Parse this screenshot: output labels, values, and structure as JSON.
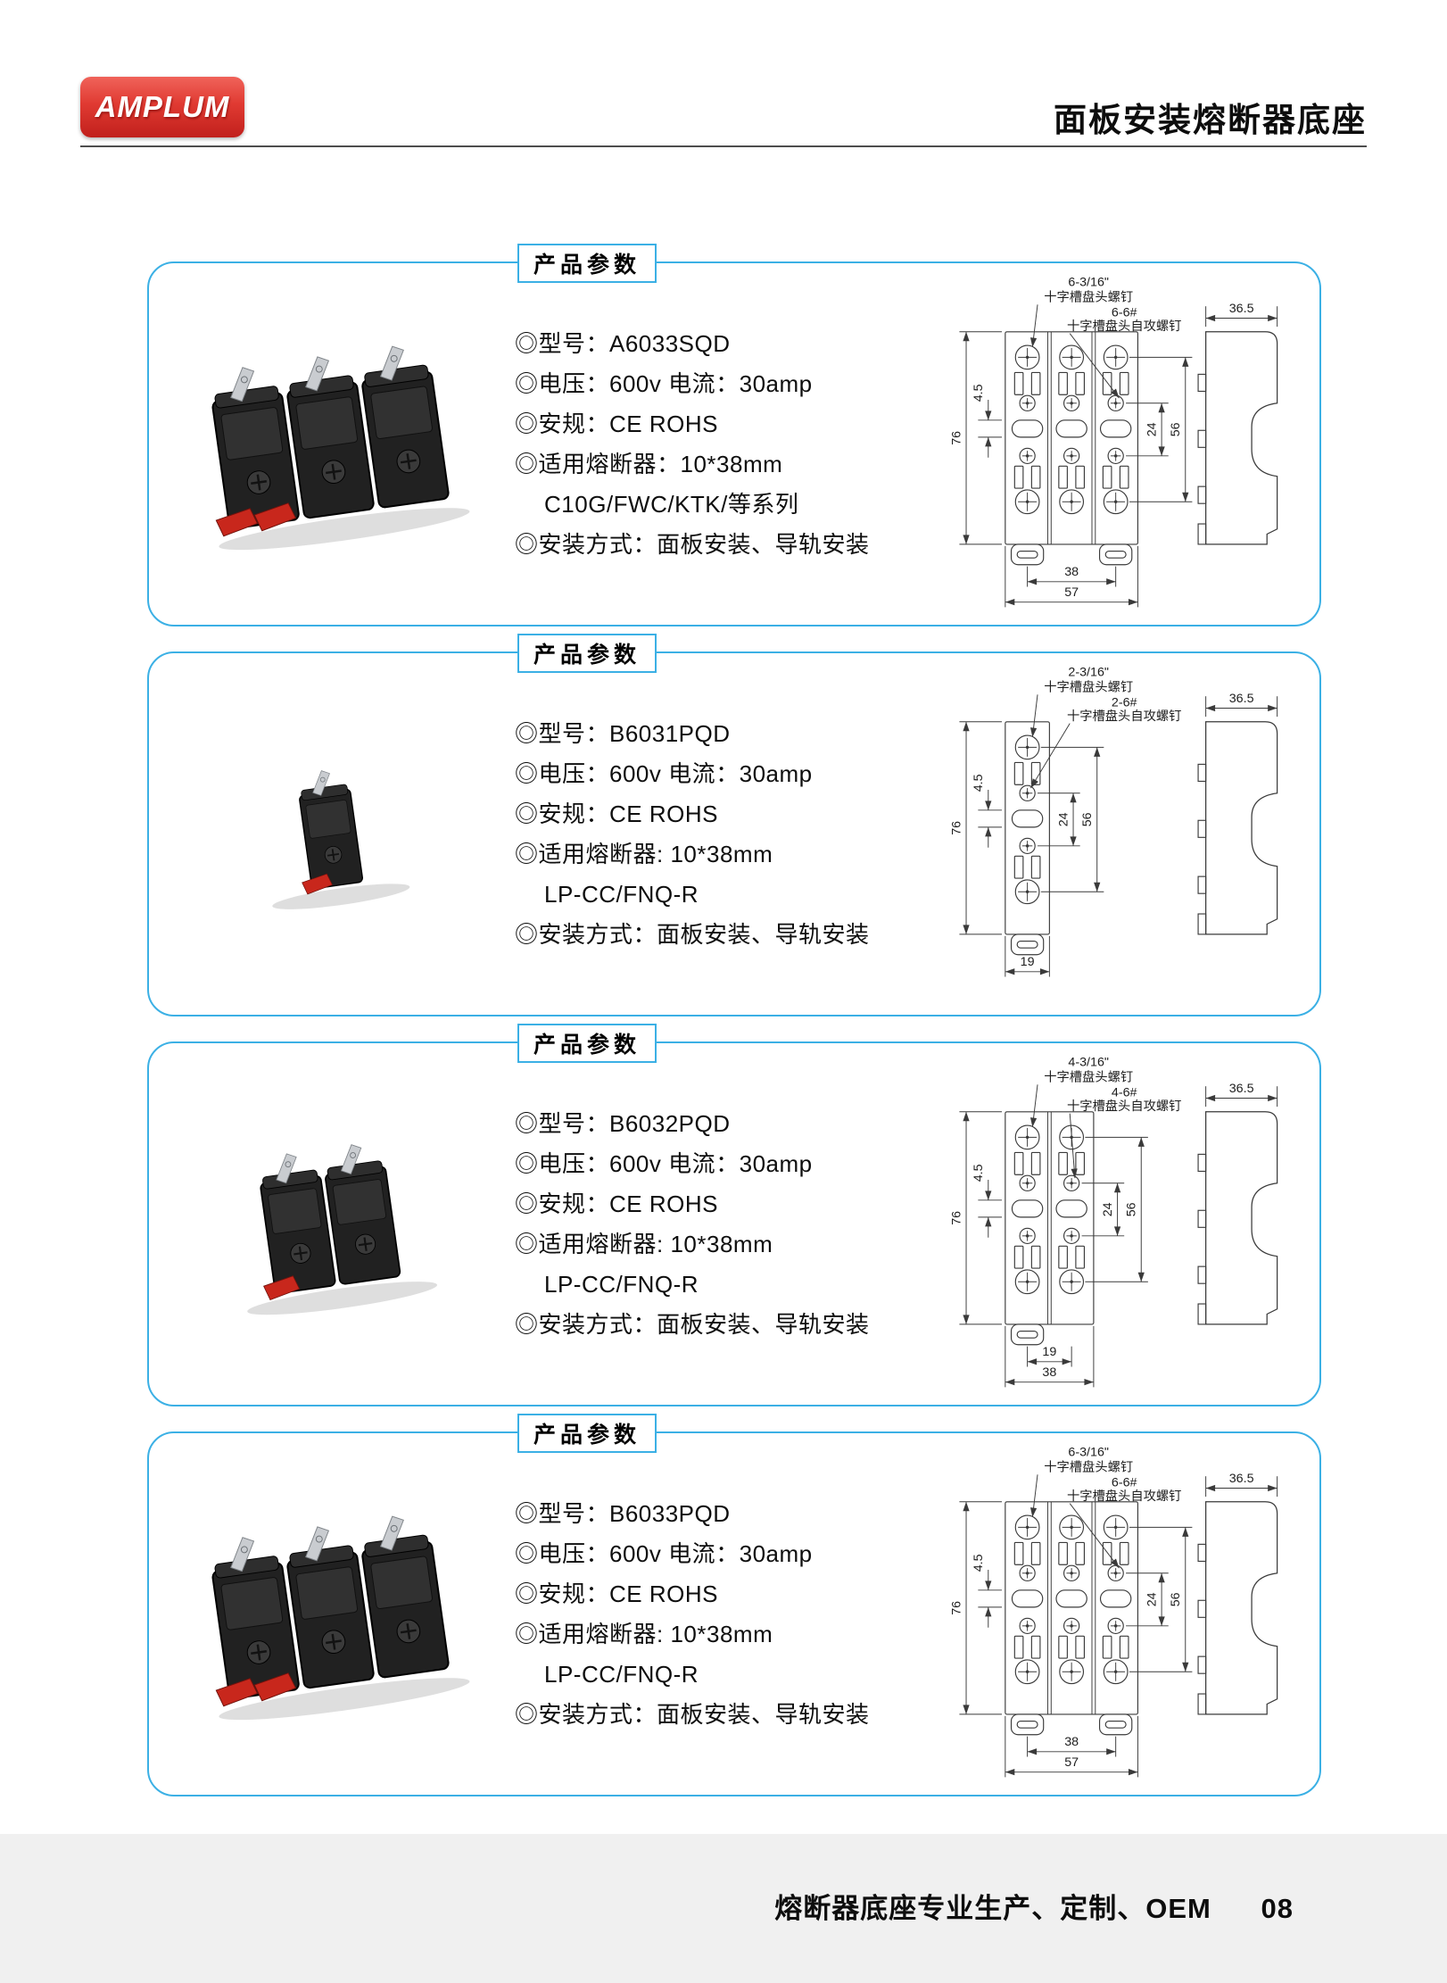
{
  "page": {
    "logo_text": "AMPLUM",
    "title": "面板安装熔断器底座",
    "footer_text": "熔断器底座专业生产、定制、OEM",
    "page_number": "08"
  },
  "colors": {
    "accent_blue": "#3bb0e5",
    "logo_red": "#d9352e",
    "drawing_line": "#3a3a3a",
    "clip_red": "#c8271c"
  },
  "sections": [
    {
      "header": "产品参数",
      "model": "A6033SQD",
      "specs": [
        "◎型号：A6033SQD",
        "◎电压：600v 电流：30amp",
        "◎安规：CE ROHS",
        "◎适用熔断器：10*38mm",
        "C10G/FWC/KTK/等系列",
        "◎安装方式：面板安装、导轨安装"
      ],
      "product": {
        "poles": 3
      },
      "diagram": {
        "poles": 3,
        "screw_callouts": [
          {
            "qty": "6-3/16\"",
            "label": "十字槽盘头螺钉"
          },
          {
            "qty": "6-6#",
            "label": "十字槽盘头自攻螺钉"
          }
        ],
        "dim_height": "76",
        "dim_slot": "4.5",
        "dim_inner": "24",
        "dim_outer": "56",
        "dim_bottom": [
          "38",
          "57"
        ],
        "dim_side_width": "36.5"
      }
    },
    {
      "header": "产品参数",
      "model": "B6031PQD",
      "specs": [
        "◎型号：B6031PQD",
        "◎电压：600v 电流：30amp",
        "◎安规：CE ROHS",
        "◎适用熔断器: 10*38mm",
        "LP-CC/FNQ-R",
        "◎安装方式：面板安装、导轨安装"
      ],
      "product": {
        "poles": 1
      },
      "diagram": {
        "poles": 1,
        "screw_callouts": [
          {
            "qty": "2-3/16\"",
            "label": "十字槽盘头螺钉"
          },
          {
            "qty": "2-6#",
            "label": "十字槽盘头自攻螺钉"
          }
        ],
        "dim_height": "76",
        "dim_slot": "4.5",
        "dim_inner": "24",
        "dim_outer": "56",
        "dim_bottom": [
          "19"
        ],
        "dim_side_width": "36.5"
      }
    },
    {
      "header": "产品参数",
      "model": "B6032PQD",
      "specs": [
        "◎型号：B6032PQD",
        "◎电压：600v 电流：30amp",
        "◎安规：CE ROHS",
        "◎适用熔断器: 10*38mm",
        "LP-CC/FNQ-R",
        "◎安装方式：面板安装、导轨安装"
      ],
      "product": {
        "poles": 2
      },
      "diagram": {
        "poles": 2,
        "screw_callouts": [
          {
            "qty": "4-3/16\"",
            "label": "十字槽盘头螺钉"
          },
          {
            "qty": "4-6#",
            "label": "十字槽盘头自攻螺钉"
          }
        ],
        "dim_height": "76",
        "dim_slot": "4.5",
        "dim_inner": "24",
        "dim_outer": "56",
        "dim_bottom": [
          "19",
          "38"
        ],
        "dim_side_width": "36.5"
      }
    },
    {
      "header": "产品参数",
      "model": "B6033PQD",
      "specs": [
        "◎型号：B6033PQD",
        "◎电压：600v 电流：30amp",
        "◎安规：CE ROHS",
        "◎适用熔断器: 10*38mm",
        "LP-CC/FNQ-R",
        "◎安装方式：面板安装、导轨安装"
      ],
      "product": {
        "poles": 3
      },
      "diagram": {
        "poles": 3,
        "screw_callouts": [
          {
            "qty": "6-3/16\"",
            "label": "十字槽盘头螺钉"
          },
          {
            "qty": "6-6#",
            "label": "十字槽盘头自攻螺钉"
          }
        ],
        "dim_height": "76",
        "dim_slot": "4.5",
        "dim_inner": "24",
        "dim_outer": "56",
        "dim_bottom": [
          "38",
          "57"
        ],
        "dim_side_width": "36.5"
      }
    }
  ]
}
